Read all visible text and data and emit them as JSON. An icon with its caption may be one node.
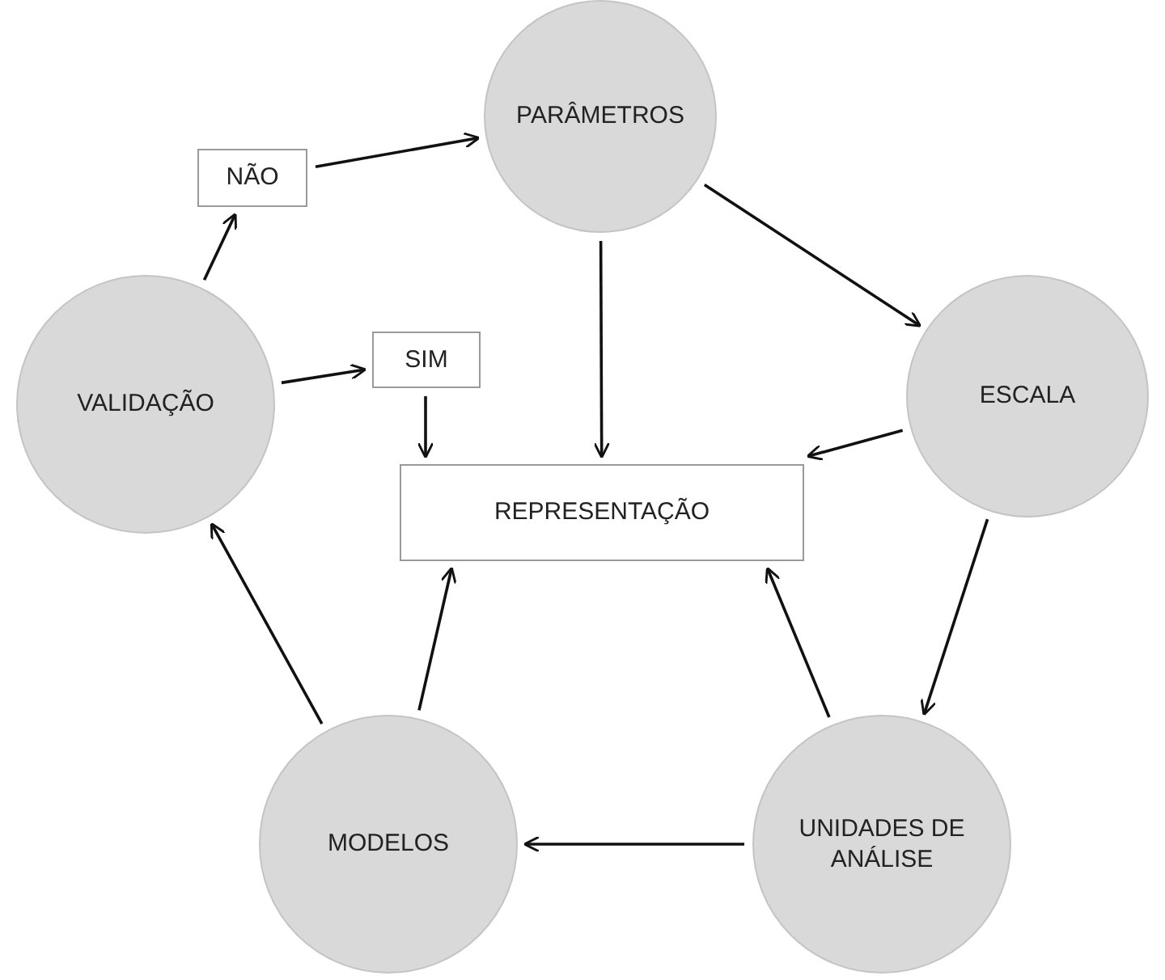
{
  "diagram": {
    "nodes": [
      {
        "text": [
          "PARÂMETROS"
        ]
      },
      {
        "text": [
          "ESCALA"
        ]
      },
      {
        "text": [
          "UNIDADES DE ANÁLISE"
        ]
      },
      {
        "text": [
          "MODELOS"
        ]
      },
      {
        "text": [
          "VALIDAÇÃO"
        ]
      },
      {
        "text": [
          "NÃO"
        ]
      },
      {
        "text": [
          "SIM"
        ]
      },
      {
        "text": [
          "REPRESENTAÇÃO"
        ]
      }
    ],
    "edges": [
      {
        "from": 5,
        "to": 0,
        "arrow": "to"
      },
      {
        "from": 0,
        "to": 1,
        "arrow": "to"
      },
      {
        "from": 0,
        "to": 7,
        "arrow": "to"
      },
      {
        "from": 1,
        "to": 7,
        "arrow": "to"
      },
      {
        "from": 1,
        "to": 2,
        "arrow": "to"
      },
      {
        "from": 2,
        "to": 7,
        "arrow": "to"
      },
      {
        "from": 2,
        "to": 3,
        "arrow": "to"
      },
      {
        "from": 3,
        "to": 7,
        "arrow": "to"
      },
      {
        "from": 3,
        "to": 4,
        "arrow": "to"
      },
      {
        "from": 4,
        "to": 6,
        "arrow": "to"
      },
      {
        "from": 4,
        "to": 5,
        "arrow": "to"
      },
      {
        "from": 6,
        "to": 7,
        "arrow": "to"
      }
    ]
  }
}
